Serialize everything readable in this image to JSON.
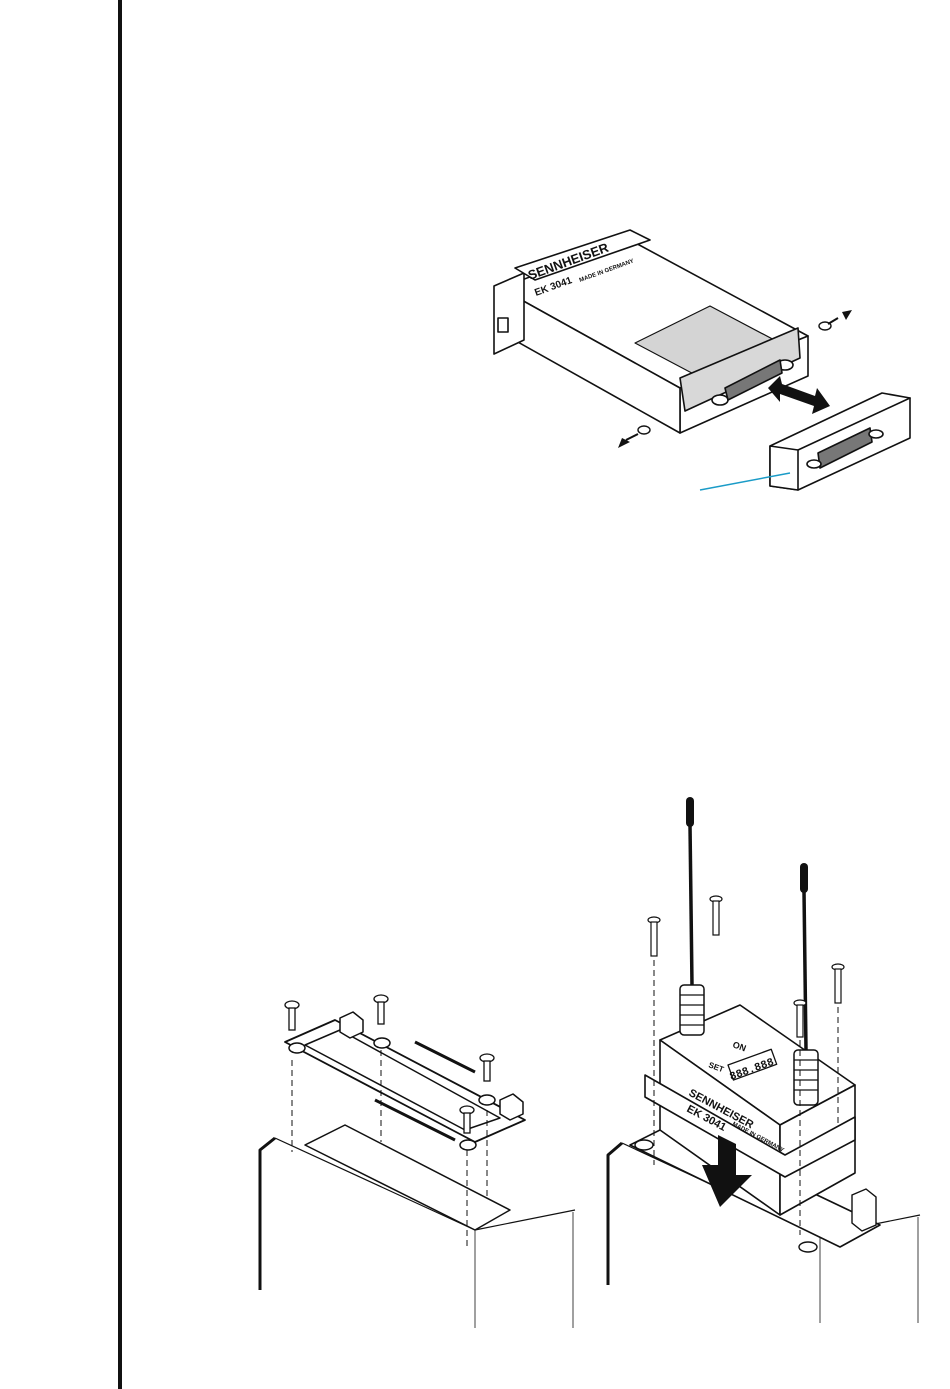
{
  "figures": {
    "top": {
      "brand": "SENNHEISER",
      "model": "EK 3041",
      "origin": "MADE IN GERMANY"
    },
    "bottom_right": {
      "brand": "SENNHEISER",
      "model": "EK 3041",
      "origin": "MADE IN GERMANY",
      "on_label": "ON",
      "set_label": "SET",
      "display": "888.888"
    }
  },
  "colors": {
    "callout_line": "#1a9bc7",
    "ink": "#111111"
  }
}
